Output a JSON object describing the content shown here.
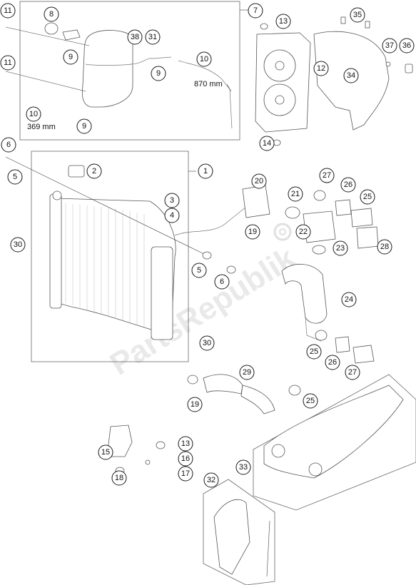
{
  "watermark": "PartsRepublik",
  "dimensions": {
    "hose_870": "870 mm",
    "hose_369": "369 mm"
  },
  "callouts": [
    "1",
    "2",
    "3",
    "4",
    "5",
    "5",
    "6",
    "6",
    "7",
    "8",
    "9",
    "9",
    "9",
    "10",
    "10",
    "11",
    "11",
    "12",
    "13",
    "13",
    "14",
    "15",
    "16",
    "17",
    "18",
    "19",
    "19",
    "20",
    "21",
    "22",
    "23",
    "24",
    "25",
    "25",
    "25",
    "26",
    "26",
    "27",
    "27",
    "28",
    "29",
    "30",
    "30",
    "31",
    "32",
    "33",
    "34",
    "35",
    "36",
    "37",
    "38"
  ]
}
